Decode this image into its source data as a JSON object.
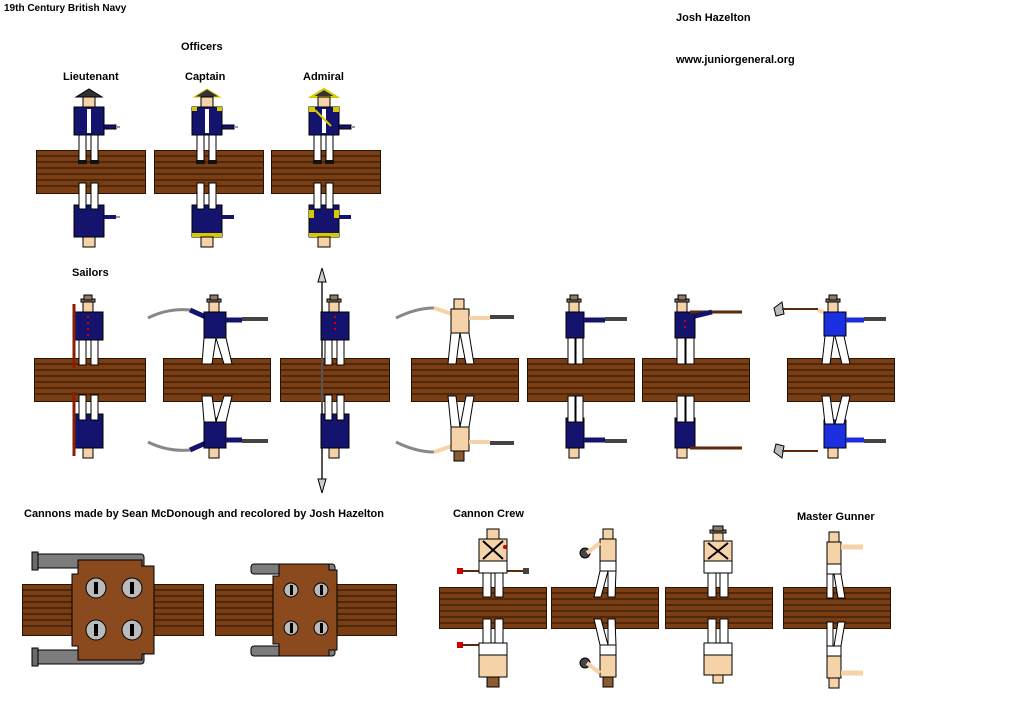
{
  "sheet": {
    "title": "19th Century British Navy",
    "author": "Josh Hazelton",
    "website": "www.juniorgeneral.org"
  },
  "sections": {
    "officers": "Officers",
    "sailors": "Sailors",
    "cannons": "Cannons made by Sean McDonough and recolored by Josh Hazelton",
    "cannon_crew": "Cannon Crew",
    "master_gunner": "Master Gunner"
  },
  "officers": [
    {
      "rank": "Lieutenant",
      "icon": "lieutenant-figure-icon"
    },
    {
      "rank": "Captain",
      "icon": "captain-figure-icon"
    },
    {
      "rank": "Admiral",
      "icon": "admiral-figure-icon"
    }
  ],
  "sailors": [
    {
      "icon": "sailor-musket-shoulder-icon"
    },
    {
      "icon": "sailor-cutlass-pistol-icon"
    },
    {
      "icon": "sailor-boarding-pike-icon"
    },
    {
      "icon": "sailor-shirtless-cutlass-icon"
    },
    {
      "icon": "sailor-pistol-icon"
    },
    {
      "icon": "sailor-musket-aim-icon"
    },
    {
      "icon": "sailor-axe-pistol-icon"
    }
  ],
  "cannons": [
    {
      "icon": "large-cannon-icon"
    },
    {
      "icon": "small-cannon-icon"
    }
  ],
  "crew": [
    {
      "icon": "crew-rammer-icon"
    },
    {
      "icon": "crew-shot-carrier-icon"
    },
    {
      "icon": "crew-standing-icon"
    },
    {
      "icon": "master-gunner-icon"
    }
  ],
  "colors": {
    "wood": "#7a3e14",
    "wood_line": "#2a1200",
    "navy": "#14136e",
    "white": "#ffffff",
    "skin": "#f6d2a8",
    "gold": "#d8c800",
    "sailor_blue": "#1c2fe0",
    "cannon_iron": "#7c7c7c",
    "carriage": "#8a4a1e"
  }
}
